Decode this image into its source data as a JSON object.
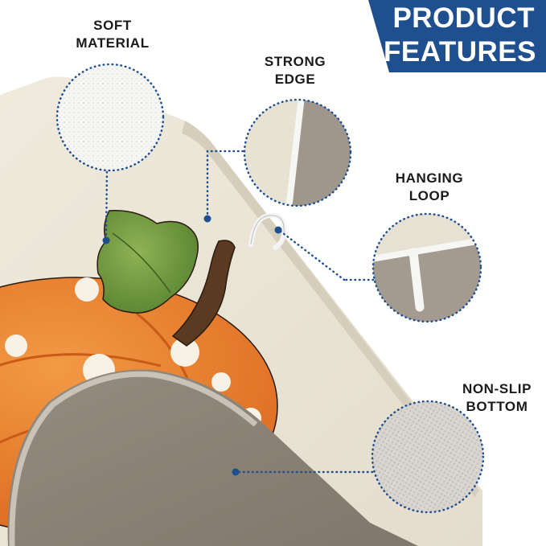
{
  "banner": {
    "line1": "PRODUCT",
    "line2": "FEATURES",
    "color": "#1f4f8f"
  },
  "features": [
    {
      "id": "soft-material",
      "line1": "SOFT",
      "line2": "MATERIAL"
    },
    {
      "id": "strong-edge",
      "line1": "STRONG",
      "line2": "EDGE"
    },
    {
      "id": "hanging-loop",
      "line1": "HANGING",
      "line2": "LOOP"
    },
    {
      "id": "non-slip-bottom",
      "line1": "NON-SLIP",
      "line2": "BOTTOM"
    }
  ],
  "colors": {
    "mat_face": "#ebe5d6",
    "mat_back": "#8d8478",
    "pumpkin": "#e97d24",
    "leaf": "#6f9a3c",
    "stem": "#5b3a22",
    "callout_dots": "#1f4f8f"
  }
}
